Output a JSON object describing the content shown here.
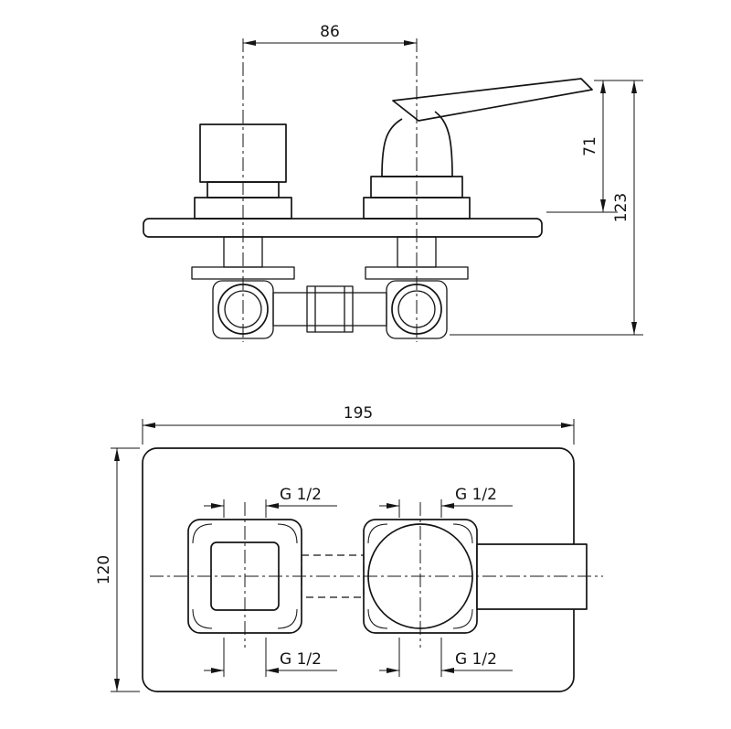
{
  "drawing": {
    "side_view": {
      "dim_center_distance": "86",
      "dim_handle_height": "71",
      "dim_total_depth": "123"
    },
    "front_view": {
      "dim_width": "195",
      "dim_height": "120",
      "threads": {
        "top_left": "G 1/2",
        "top_right": "G 1/2",
        "bottom_left": "G 1/2",
        "bottom_right": "G 1/2"
      }
    }
  }
}
